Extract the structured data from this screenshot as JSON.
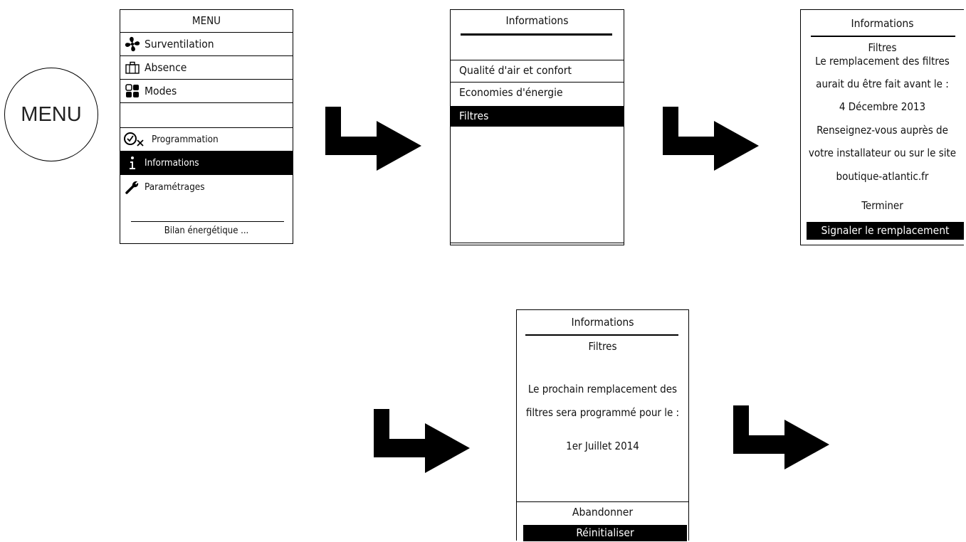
{
  "menu_button": {
    "label": "MENU"
  },
  "menu_screen": {
    "title": "MENU",
    "items": [
      {
        "label": "Surventilation",
        "icon": "fan-icon"
      },
      {
        "label": "Absence",
        "icon": "suitcase-icon"
      },
      {
        "label": "Modes",
        "icon": "modes-grid-icon"
      },
      {
        "label": ""
      },
      {
        "label": "Programmation",
        "icon": "clock-check-icon"
      },
      {
        "label": "Informations",
        "icon": "info-icon",
        "selected": true
      },
      {
        "label": "Paramétrages",
        "icon": "wrench-icon"
      }
    ],
    "footer": "Bilan énergétique ..."
  },
  "info_screen": {
    "title": "Informations",
    "items": [
      {
        "label": "Qualité d'air et confort"
      },
      {
        "label": "Economies d'énergie"
      },
      {
        "label": "Filtres",
        "selected": true
      }
    ]
  },
  "filtres_screen": {
    "title": "Informations",
    "subtitle": "Filtres",
    "message": [
      "Le remplacement des filtres",
      "aurait du être fait avant le :",
      "4 Décembre 2013",
      "Renseignez-vous auprès de",
      "votre installateur ou sur le site",
      "boutique-atlantic.fr"
    ],
    "btn_finish": "Terminer",
    "btn_report": "Signaler le remplacement"
  },
  "reinit_screen": {
    "title": "Informations",
    "subtitle": "Filtres",
    "message": [
      "Le prochain remplacement des",
      "filtres sera programmé pour le :",
      "1er Juillet 2014"
    ],
    "btn_cancel": "Abandonner",
    "btn_reset": "Réinitialiser"
  }
}
